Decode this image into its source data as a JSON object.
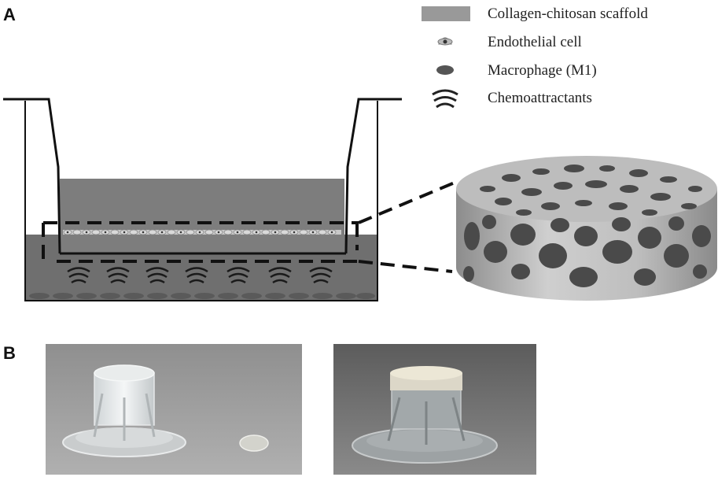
{
  "panels": {
    "a_label": "A",
    "b_label": "B"
  },
  "legend": [
    {
      "label": "Collagen-chitosan scaffold",
      "icon": "scaffold-swatch",
      "color": "#999999"
    },
    {
      "label": "Endothelial cell",
      "icon": "endothelial-cell-icon",
      "color": "#999999"
    },
    {
      "label": "Macrophage  (M1)",
      "icon": "macrophage-icon",
      "color": "#555555"
    },
    {
      "label": "Chemoattractants",
      "icon": "chemoattractant-icon",
      "color": "#222222"
    }
  ],
  "colors": {
    "medium": "#6f6f6f",
    "scaffold": "#7d7d7d",
    "scaffold_3d": "#b9b9b9",
    "pore": "#4a4a4a",
    "photo_bg_left": "#9a9a9a",
    "photo_bg_right": "#6e6e6e"
  }
}
